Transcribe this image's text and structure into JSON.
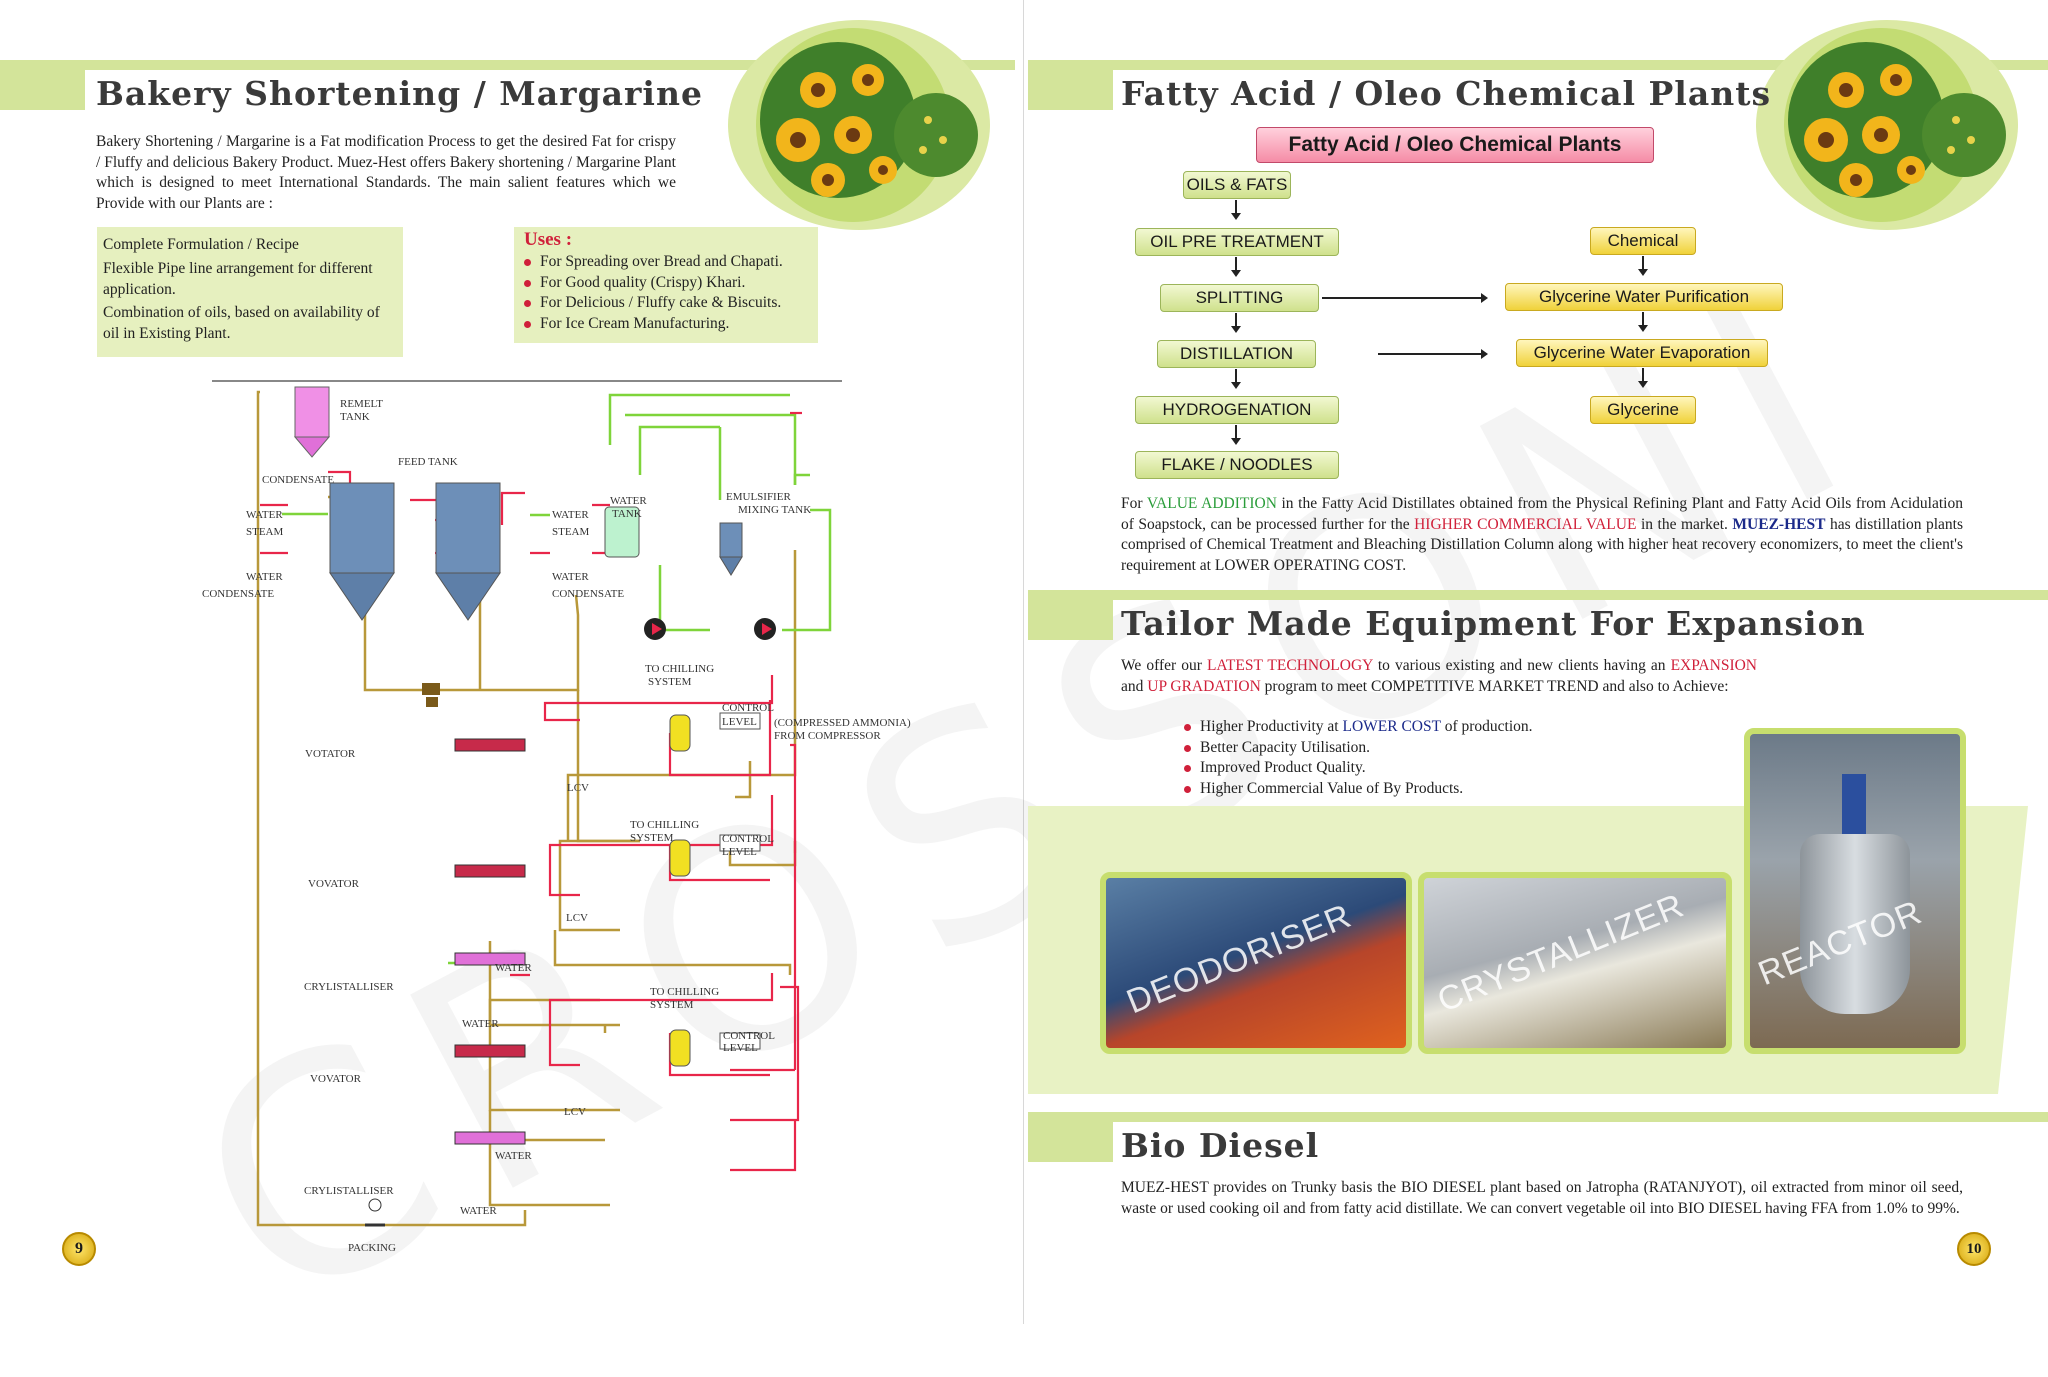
{
  "left": {
    "title": "Bakery Shortening / Margarine",
    "intro": "Bakery Shortening / Margarine is a Fat modification Process to get the desired Fat for crispy / Fluffy and delicious Bakery Product. Muez-Hest offers Bakery shortening / Margarine Plant which is designed to meet International Standards. The main salient features which we Provide with our Plants are :",
    "features": [
      "Complete Formulation / Recipe",
      "Flexible Pipe line arrangement for different application.",
      "Combination of oils, based on availability of oil in Existing Plant."
    ],
    "uses_title": "Uses :",
    "uses": [
      "For Spreading over Bread and Chapati.",
      "For Good quality (Crispy) Khari.",
      "For Delicious / Fluffy cake & Biscuits.",
      "For Ice Cream Manufacturing."
    ],
    "diagram": {
      "remelt_tank": [
        "REMELT",
        "TANK"
      ],
      "condensate": "CONDENSATE",
      "feed_tank": "FEED TANK",
      "water_steam_1": [
        "WATER",
        "STEAM"
      ],
      "water_condensate_1": [
        "WATER",
        "CONDENSATE"
      ],
      "water_steam_2": [
        "WATER",
        "STEAM"
      ],
      "water_condensate_2": [
        "WATER",
        "CONDENSATE"
      ],
      "water_tank": [
        "WATER",
        "TANK"
      ],
      "emulsifier": [
        "EMULSIFIER",
        "MIXING TANK"
      ],
      "chilling_1": [
        "TO CHILLING",
        "SYSTEM"
      ],
      "control_level_1": [
        "CONTROL",
        "LEVEL"
      ],
      "ammonia": [
        "(COMPRESSED AMMONIA)",
        "FROM COMPRESSOR"
      ],
      "votator": "VOTATOR",
      "lcv_1": "LCV",
      "chilling_2": [
        "TO CHILLING",
        "SYSTEM"
      ],
      "control_level_2": [
        "CONTROL",
        "LEVEL"
      ],
      "vovator_1": "VOVATOR",
      "lcv_2": "LCV",
      "water_a": "WATER",
      "crylistalliser_1": "CRYLISTALLISER",
      "water_b": "WATER",
      "chilling_3": [
        "TO CHILLING",
        "SYSTEM"
      ],
      "control_level_3": [
        "CONTROL",
        "LEVEL"
      ],
      "vovator_2": "VOVATOR",
      "lcv_3": "LCV",
      "water_c": "WATER",
      "crylistalliser_2": "CRYLISTALLISER",
      "water_d": "WATER",
      "packing": "PACKING"
    },
    "page_number": "9"
  },
  "right": {
    "title": "Fatty Acid / Oleo Chemical Plants",
    "banner": "Fatty Acid / Oleo Chemical Plants",
    "flow_left": [
      "OILS & FATS",
      "OIL PRE TREATMENT",
      "SPLITTING",
      "DISTILLATION",
      "HYDROGENATION",
      "FLAKE / NOODLES"
    ],
    "flow_right": [
      "Chemical",
      "Glycerine Water Purification",
      "Glycerine Water Evaporation",
      "Glycerine"
    ],
    "fatty_para": {
      "p1": "For ",
      "h1": "VALUE ADDITION",
      "p2": " in the Fatty Acid Distillates obtained from the Physical Refining Plant and Fatty Acid Oils from Acidulation of Soapstock, can be processed further for the ",
      "h2": "HIGHER COMMERCIAL VALUE",
      "p3": " in the market. ",
      "h3": "MUEZ-HEST",
      "p4": " has distillation plants comprised of Chemical Treatment and Bleaching Distillation Column along with higher heat recovery economizers, to meet the client's requirement at LOWER OPERATING COST."
    },
    "tailor_title": "Tailor Made Equipment For Expansion",
    "tailor_para": {
      "p1": "We offer our ",
      "h1": "LATEST TECHNOLOGY",
      "p2": " to various existing and new clients having an ",
      "h2": "EXPANSION",
      "p3": " and ",
      "h3": "UP GRADATION",
      "p4": " program to meet COMPETITIVE MARKET TREND and also to Achieve:"
    },
    "tailor_bullets": [
      {
        "a": "Higher Productivity at ",
        "h": "LOWER COST",
        "b": " of production."
      },
      {
        "a": "Better Capacity Utilisation.",
        "h": "",
        "b": ""
      },
      {
        "a": "Improved Product Quality.",
        "h": "",
        "b": ""
      },
      {
        "a": "Higher Commercial Value of By Products.",
        "h": "",
        "b": ""
      }
    ],
    "photos": [
      "DEODORISER",
      "CRYSTALLIZER",
      "REACTOR"
    ],
    "bio_title": "Bio Diesel",
    "bio_para": "MUEZ-HEST provides on Trunky basis the BIO DIESEL plant based on Jatropha (RATANJYOT), oil extracted from minor oil seed, waste or used cooking oil and from fatty acid distillate. We can convert vegetable oil into BIO DIESEL having FFA from 1.0% to 99%.",
    "page_number": "10"
  },
  "colors": {
    "band": "#d3e49a",
    "accent_red": "#d0203a",
    "accent_green": "#2a9d3a",
    "navy": "#1b2a8a"
  }
}
